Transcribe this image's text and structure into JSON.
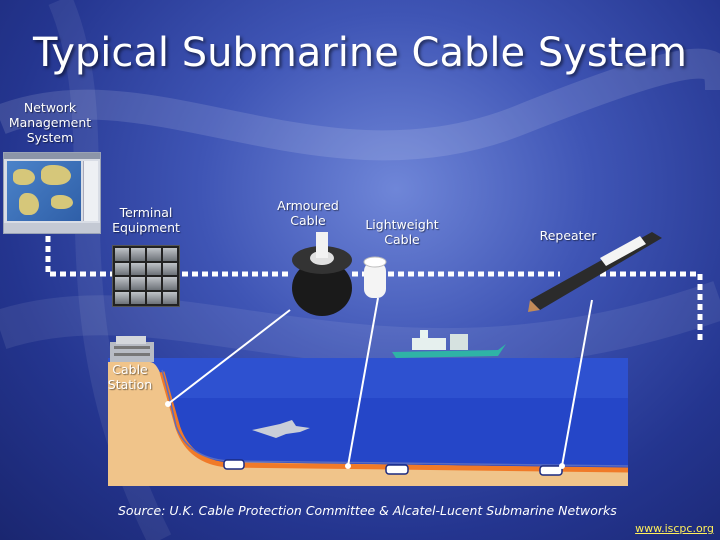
{
  "title": "Typical Submarine Cable System",
  "labels": {
    "network_management": "Network\nManagement\nSystem",
    "terminal_equipment": "Terminal\nEquipment",
    "armoured_cable": "Armoured\nCable",
    "lightweight_cable": "Lightweight\nCable",
    "repeater": "Repeater",
    "cable_station": "Cable\nStation"
  },
  "caption": "Source: U.K. Cable Protection Committee & Alcatel-Lucent Submarine Networks",
  "website": "www.iscpc.org",
  "colors": {
    "sea": "#1f44c6",
    "seabed": "#f0c48a",
    "cable": "#f07a28",
    "dotted_link": "#ffffff"
  }
}
